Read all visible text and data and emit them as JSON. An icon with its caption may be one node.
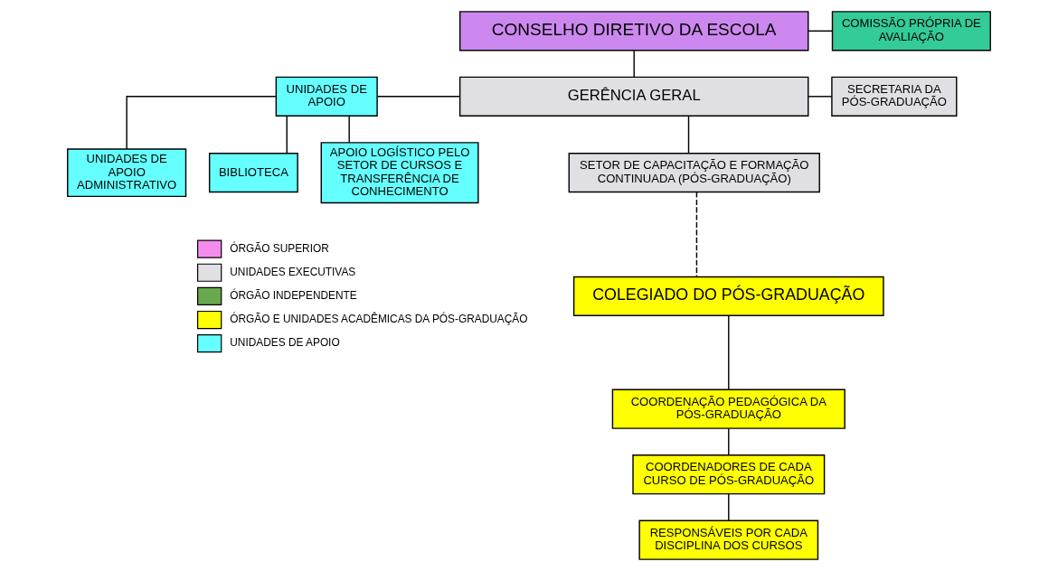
{
  "diagram": {
    "nodes": [
      {
        "text": [
          "CONSELHO DIRETIVO DA ESCOLA"
        ]
      },
      {
        "text": [
          "COMISSÃO PRÓPRIA DE AVALIAÇÃO"
        ]
      },
      {
        "text": [
          "UNIDADES DE APOIO"
        ]
      },
      {
        "text": [
          "GERÊNCIA GERAL"
        ]
      },
      {
        "text": [
          "SECRETARIA DA PÓS-GRADUAÇÃO"
        ]
      },
      {
        "text": [
          "UNIDADES DE APOIO ADMINISTRATIVO"
        ]
      },
      {
        "text": [
          "BIBLIOTECA"
        ]
      },
      {
        "text": [
          "SETOR DE CAPACITAÇÃO E FORMAÇÃO CONTINUADA (PÓS-GRADUAÇÃO)"
        ]
      },
      {
        "text": [
          "APOIO LOGÍSTICO PELO SETOR DE CURSOS E TRANSFERÊNCIA DE CONHECIMENTO"
        ]
      },
      {
        "text": [
          "COLEGIADO DO PÓS-GRADUAÇÃO"
        ]
      },
      {
        "text": [
          "COORDENAÇÃO PEDAGÓGICA DA PÓS-GRADUAÇÃO"
        ]
      },
      {
        "text": [
          "COORDENADORES DE CADA CURSO DE PÓS-GRADUAÇÃO"
        ]
      },
      {
        "text": [
          "RESPONSÁVEIS POR CADA DISCIPLINA DOS CURSOS"
        ]
      }
    ],
    "edges": [
      {
        "from": 0,
        "to": 1,
        "arrow": "none"
      },
      {
        "from": 0,
        "to": 3,
        "arrow": "none"
      },
      {
        "from": 2,
        "to": 3,
        "arrow": "none"
      },
      {
        "from": 3,
        "to": 4,
        "arrow": "none"
      },
      {
        "from": 3,
        "to": 7,
        "arrow": "none"
      },
      {
        "from": 2,
        "to": 5,
        "arrow": "none"
      },
      {
        "from": 2,
        "to": 6,
        "arrow": "none"
      },
      {
        "from": 2,
        "to": 8,
        "arrow": "none"
      },
      {
        "from": 7,
        "to": 9,
        "arrow": "none",
        "style": "dashed"
      },
      {
        "from": 9,
        "to": 10,
        "arrow": "none"
      },
      {
        "from": 10,
        "to": 11,
        "arrow": "none"
      },
      {
        "from": 11,
        "to": 12,
        "arrow": "none"
      }
    ],
    "legend": [
      {
        "text": "ÓRGÃO SUPERIOR",
        "color": "#f48cf0"
      },
      {
        "text": "UNIDADES EXECUTIVAS",
        "color": "#e0e0e4"
      },
      {
        "text": "ÓRGÃO INDEPENDENTE",
        "color": "#6aa84f"
      },
      {
        "text": "ÓRGÃO E UNIDADES ACADÊMICAS DA PÓS-GRADUAÇÃO",
        "color": "#ffff00"
      },
      {
        "text": "UNIDADES DE APOIO",
        "color": "#66ffff"
      }
    ]
  }
}
